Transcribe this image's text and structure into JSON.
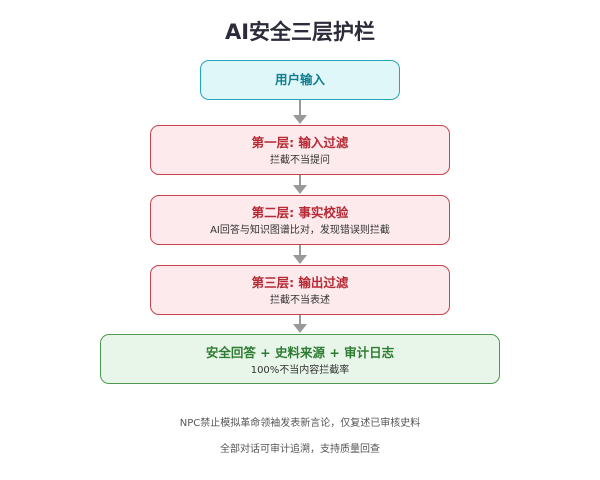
{
  "diagram": {
    "title": "AI安全三层护栏",
    "input": {
      "label": "用户输入"
    },
    "layers": [
      {
        "title": "第一层: 输入过滤",
        "desc": "拦截不当提问"
      },
      {
        "title": "第二层: 事实校验",
        "desc": "AI回答与知识图谱比对，发现错误则拦截"
      },
      {
        "title": "第三层: 输出过滤",
        "desc": "拦截不当表述"
      }
    ],
    "output": {
      "title": "安全回答 + 史料来源 + 审计日志",
      "desc": "100%不当内容拦截率"
    },
    "notes": [
      "NPC禁止模拟革命领袖发表新言论，仅复述已审核史料",
      "全部对话可审计追溯，支持质量回查"
    ],
    "colors": {
      "input_border": "#26a6b8",
      "input_fill": "#e0f7fa",
      "layer_border": "#c8424c",
      "layer_fill": "#fdeaec",
      "output_border": "#4f9a52",
      "output_fill": "#e8f5e9",
      "arrow": "#999999"
    }
  }
}
